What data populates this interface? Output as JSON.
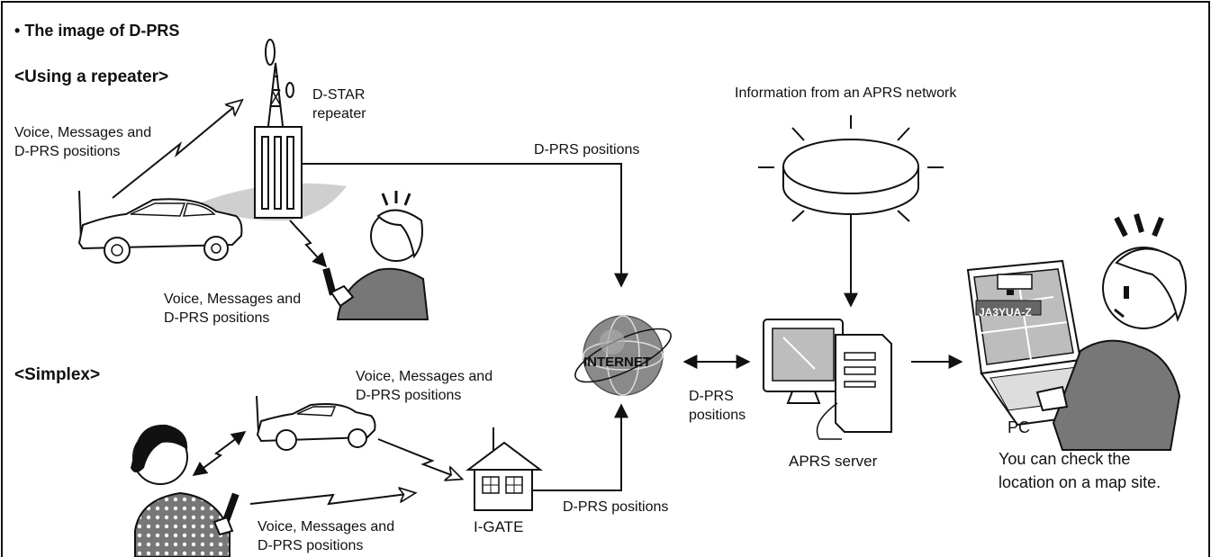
{
  "title": "The image of D-PRS",
  "sections": {
    "repeater": "<Using a repeater>",
    "simplex": "<Simplex>"
  },
  "labels": {
    "dstar_repeater_line1": "D-STAR",
    "dstar_repeater_line2": "repeater",
    "voice_msgs_line1": "Voice, Messages and",
    "voice_msgs_line2": "D-PRS positions",
    "dprs_positions": "D-PRS positions",
    "dprs_line1": "D-PRS",
    "dprs_line2": "positions",
    "info_aprs": "Information from an APRS network",
    "internet": "INTERNET",
    "aprs_server": "APRS server",
    "igate": "I-GATE",
    "pc": "PC",
    "pc_note_line1": "You can check the",
    "pc_note_line2": "location on a map site.",
    "callsign": "JA3YUA-Z"
  },
  "colors": {
    "stroke": "#111111",
    "shade": "#cfcfcf",
    "globe": "#8a8a8a",
    "skin": "#ffffff",
    "shirt": "#777777",
    "screen": "#bdbdbd"
  }
}
